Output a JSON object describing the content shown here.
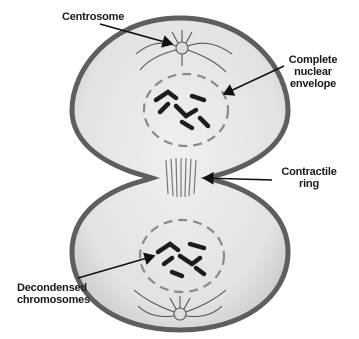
{
  "diagram": {
    "labels": {
      "centrosome": "Centrosome",
      "nuclear_envelope_line1": "Complete",
      "nuclear_envelope_line2": "nuclear",
      "nuclear_envelope_line3": "envelope",
      "contractile_ring_line1": "Contractile",
      "contractile_ring_line2": "ring",
      "chromosomes_line1": "Decondensed",
      "chromosomes_line2": "chromosomes"
    },
    "colors": {
      "cell_fill": "#e6e6e6",
      "cell_outline": "#6e6e6e",
      "chromosome": "#1c1c1c",
      "envelope_dash": "#8a8a8a",
      "spindle": "#555555",
      "arrow": "#111111"
    }
  }
}
